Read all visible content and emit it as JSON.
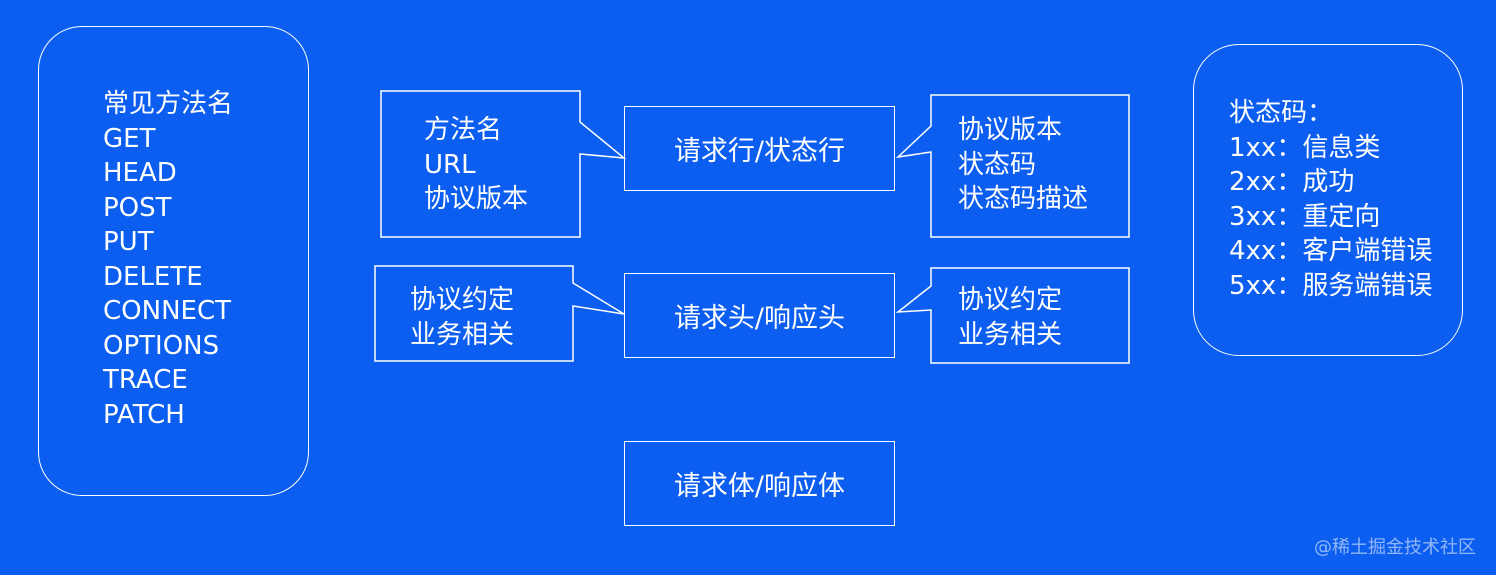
{
  "methods_panel": {
    "lines": [
      "常见方法名",
      "GET",
      "HEAD",
      "POST",
      "PUT",
      "DELETE",
      "CONNECT",
      "OPTIONS",
      "TRACE",
      "PATCH"
    ]
  },
  "status_panel": {
    "lines": [
      "状态码：",
      "1xx：信息类",
      "2xx：成功",
      "3xx：重定向",
      "4xx：客户端错误",
      "5xx：服务端错误"
    ]
  },
  "center_boxes": {
    "line": "请求行/状态行",
    "header": "请求头/响应头",
    "body": "请求体/响应体"
  },
  "callouts": {
    "line_left": [
      "方法名",
      "URL",
      "协议版本"
    ],
    "line_right": [
      "协议版本",
      "状态码",
      "状态码描述"
    ],
    "header_left": [
      "协议约定",
      "业务相关"
    ],
    "header_right": [
      "协议约定",
      "业务相关"
    ]
  },
  "watermark": "@稀土掘金技术社区"
}
